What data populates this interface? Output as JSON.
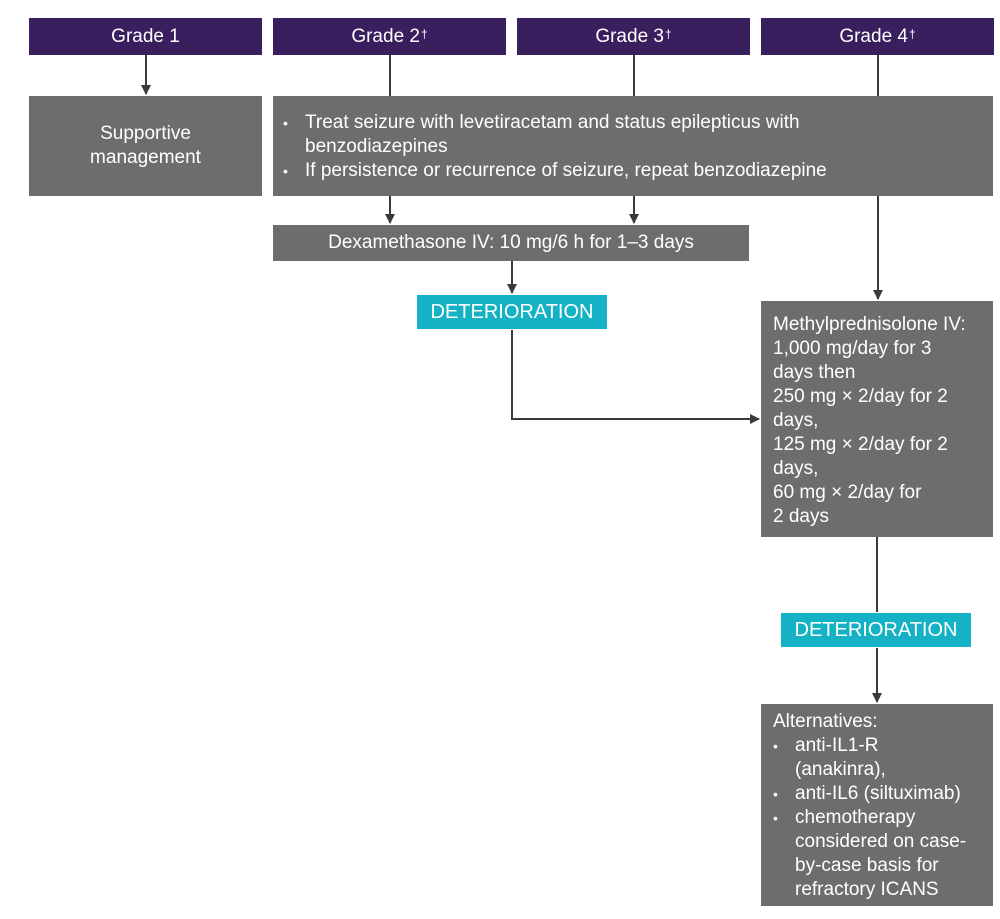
{
  "grades": [
    {
      "label": "Grade 1",
      "mark": ""
    },
    {
      "label": "Grade 2",
      "mark": "†"
    },
    {
      "label": "Grade 3",
      "mark": "†"
    },
    {
      "label": "Grade 4",
      "mark": "†"
    }
  ],
  "supportive": {
    "line1": "Supportive",
    "line2": "management"
  },
  "seizure": {
    "bullets": [
      "Treat seizure with levetiracetam and status epilepticus with benzodiazepines",
      "If persistence or recurrence of seizure, repeat benzodiazepine"
    ]
  },
  "dexamethasone": "Dexamethasone IV: 10 mg/6 h for 1–3 days",
  "deterioration_1": "DETERIORATION",
  "methylprednisolone": {
    "lines": [
      "Methylprednisolone IV:",
      "1,000 mg/day for 3",
      "days then",
      "250 mg × 2/day for 2",
      "days,",
      "125 mg × 2/day for 2",
      "days,",
      "60 mg × 2/day for",
      "2 days"
    ]
  },
  "deterioration_2": "DETERIORATION",
  "alternatives": {
    "heading": "Alternatives:",
    "items": [
      [
        "anti-IL1-R",
        "(anakinra),"
      ],
      [
        "anti-IL6 (siltuximab)"
      ],
      [
        "chemotherapy",
        "considered on case-",
        "by-case basis for",
        "refractory ICANS"
      ]
    ]
  },
  "colors": {
    "grade_header": "#3a1f5e",
    "box_gray": "#6d6d6d",
    "deterioration": "#14b2c4",
    "connector": "#3a3a3a"
  }
}
